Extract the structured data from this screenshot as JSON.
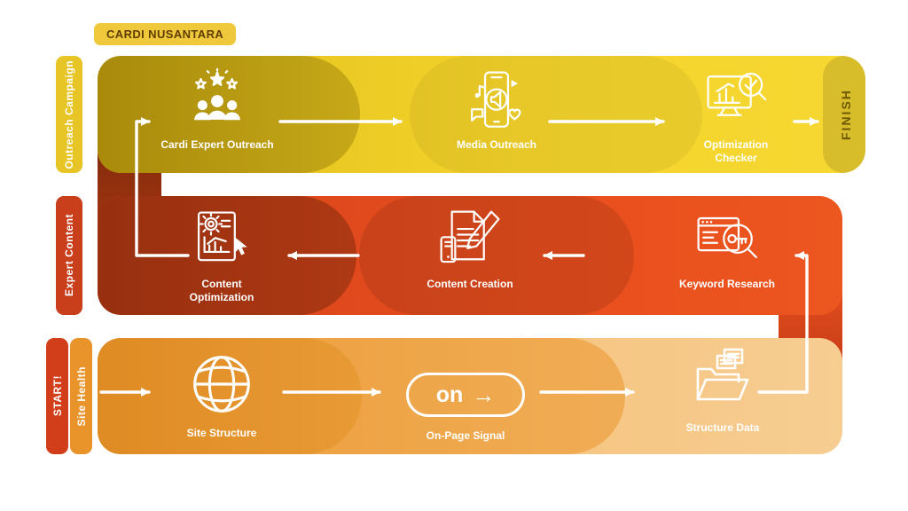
{
  "badge": {
    "label": "CARDI NUSANTARA"
  },
  "rows": {
    "outreach": {
      "tab": "Outreach Campaign",
      "finish_label": "FINISH",
      "steps": [
        {
          "label": "Cardi Expert Outreach",
          "icon": "team-stars-icon"
        },
        {
          "label": "Media Outreach",
          "icon": "phone-megaphone-icon"
        },
        {
          "label": "Optimization Checker",
          "icon": "monitor-magnifier-check-icon"
        }
      ]
    },
    "expert_content": {
      "tab": "Expert Content",
      "steps": [
        {
          "label": "Content Optimization",
          "icon": "document-gear-hand-icon"
        },
        {
          "label": "Content Creation",
          "icon": "document-pen-phone-icon"
        },
        {
          "label": "Keyword Research",
          "icon": "browser-magnifier-key-icon"
        }
      ]
    },
    "site_health": {
      "tab_start": "START!",
      "tab": "Site Health",
      "steps": [
        {
          "label": "Site Structure",
          "icon": "globe-icon"
        },
        {
          "label": "On-Page Signal",
          "icon": "on-pill-icon",
          "pill_text": "on",
          "pill_arrow": "→"
        },
        {
          "label": "Structure Data",
          "icon": "folder-documents-icon"
        }
      ]
    }
  },
  "colors": {
    "yellow_band": "#F5D52F",
    "yellow_dark": "#A98A0B",
    "red_band": "#EC561F",
    "red_dark": "#9A3110",
    "orange_band": "#EDA041",
    "orange_light": "#F7CD92",
    "tab_yellow": "#E8C526",
    "tab_red": "#C93E1B",
    "tab_start_red": "#D23E19",
    "tab_orange": "#E9932B",
    "badge_bg": "#F0C83C",
    "badge_text": "#5F3E00",
    "finish_text": "#6F5A00",
    "connector": "#FFFFFF"
  }
}
